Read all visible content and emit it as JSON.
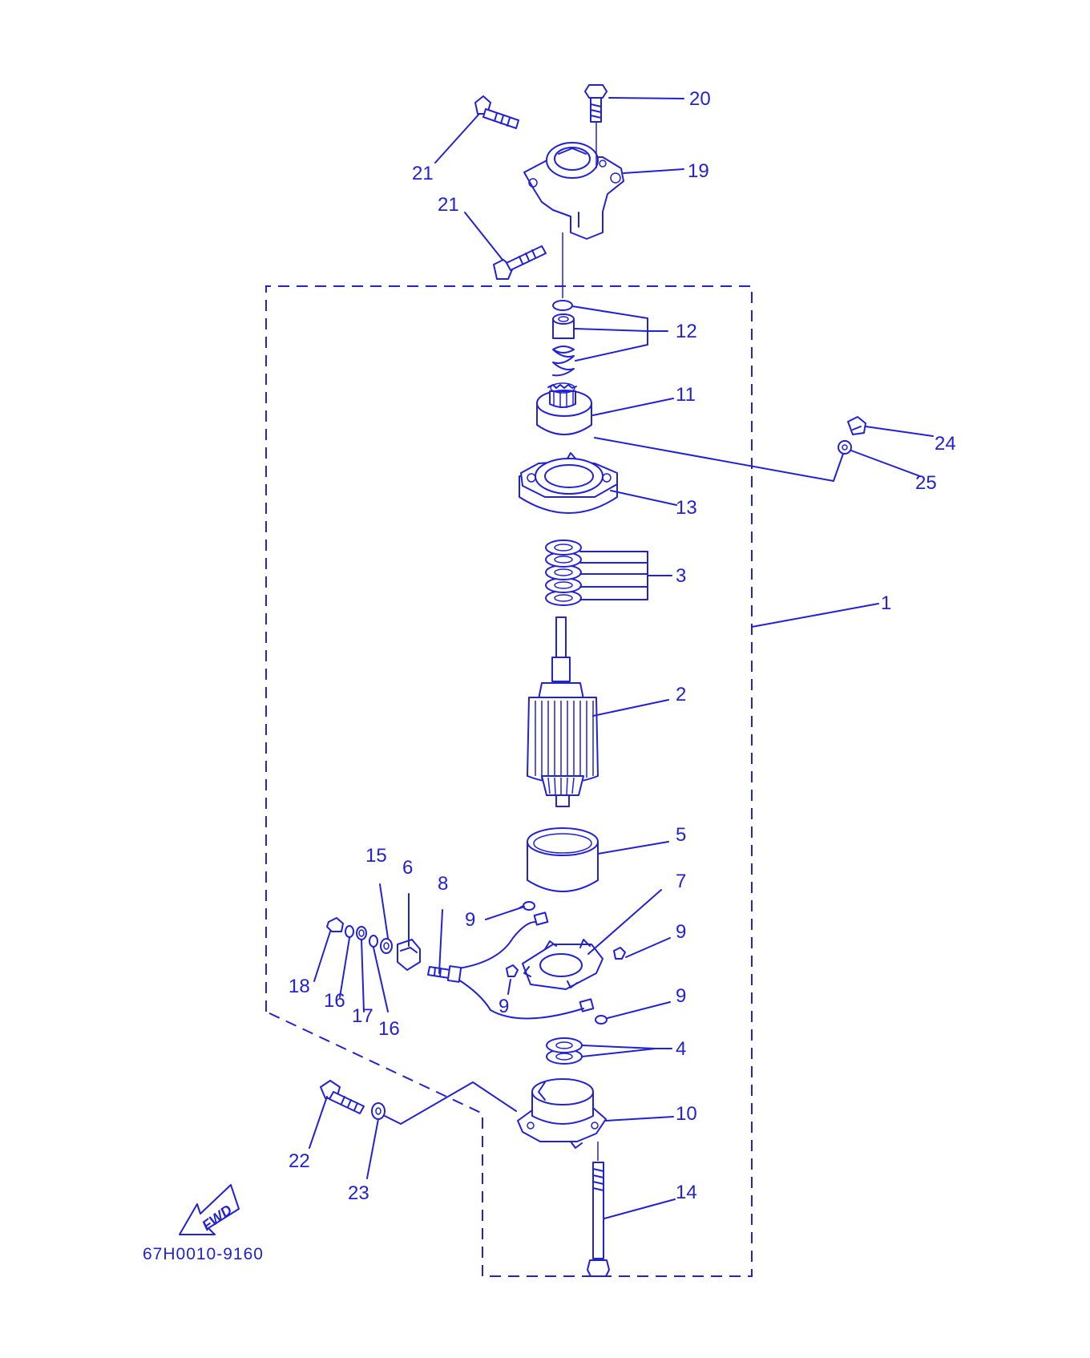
{
  "diagram": {
    "accent_color": "#2121d6",
    "drawing_code": "67H0010-9160",
    "fwd_label": "FWD",
    "callouts": [
      "1",
      "2",
      "3",
      "4",
      "5",
      "6",
      "7",
      "8",
      "9",
      "9",
      "9",
      "9",
      "10",
      "11",
      "12",
      "13",
      "14",
      "15",
      "16",
      "16",
      "17",
      "18",
      "19",
      "20",
      "21",
      "21",
      "22",
      "23",
      "24",
      "25"
    ]
  }
}
